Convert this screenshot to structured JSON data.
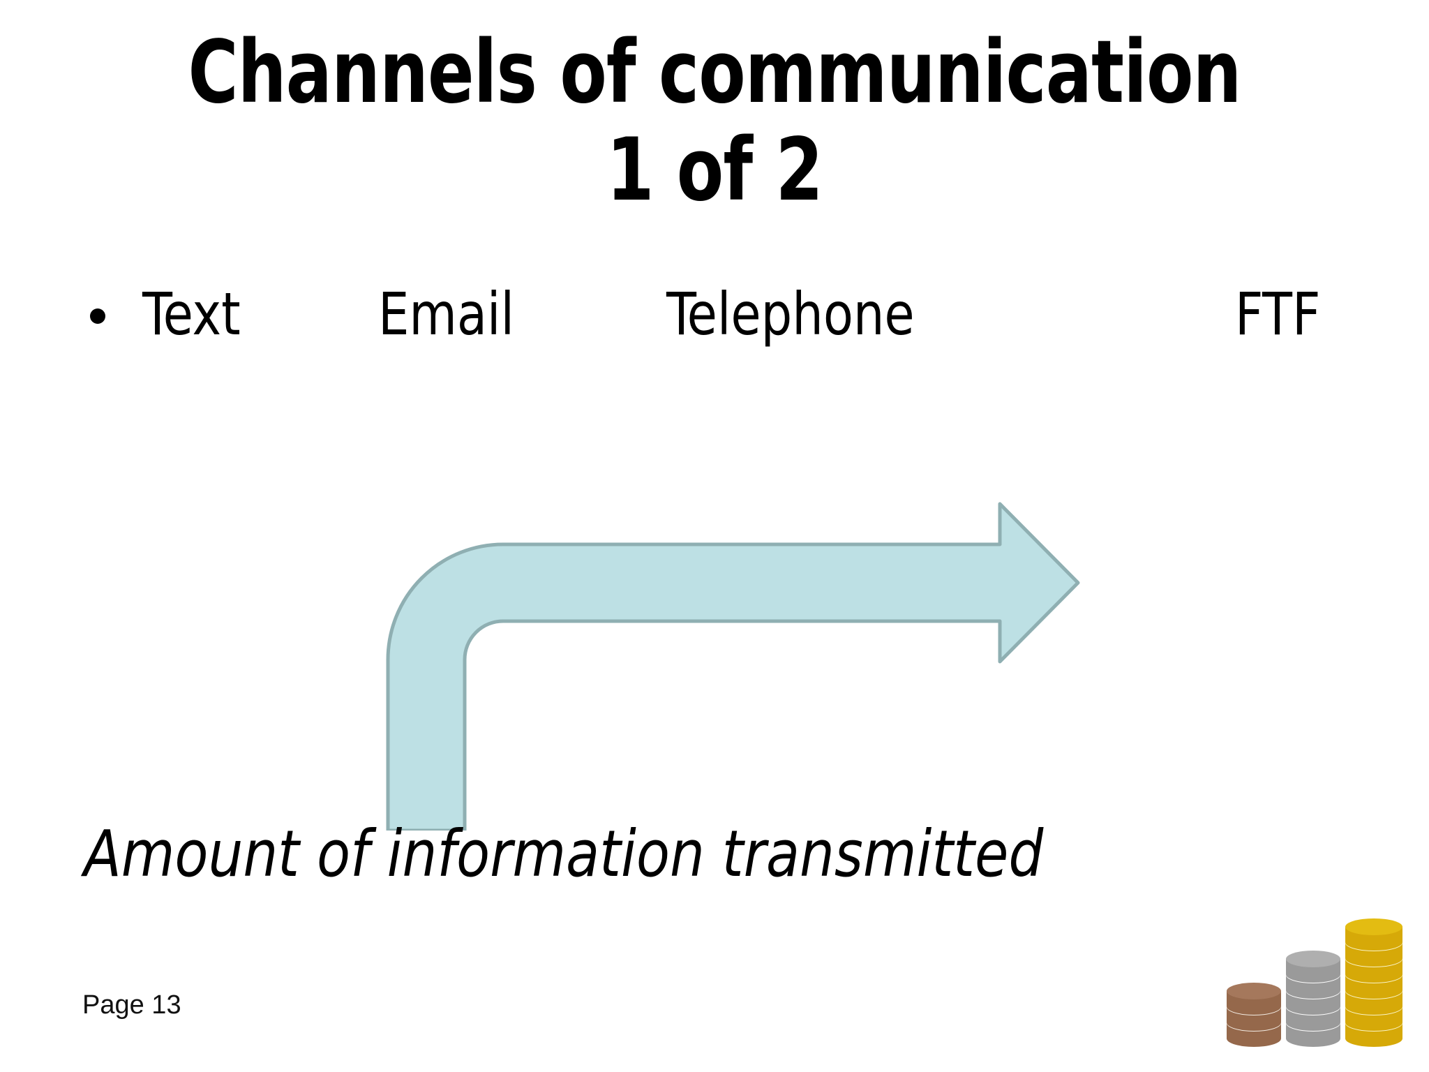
{
  "slide": {
    "background_color": "#ffffff",
    "title": {
      "line1": "Channels of communication",
      "line2": "1 of 2"
    },
    "bullet": {
      "marker": "bullet-dot",
      "channels": [
        {
          "label": "Text"
        },
        {
          "label": "Email"
        },
        {
          "label": "Telephone"
        },
        {
          "label": "FTF"
        }
      ]
    },
    "arrow": {
      "name": "bent-arrow-up-right",
      "direction": "right",
      "fill_color": "#BDE0E4",
      "stroke_color": "#8FAFB2",
      "stroke_width": 5
    },
    "caption": "Amount of information transmitted",
    "page_number": "Page 13",
    "coins": {
      "name": "coin-stacks-graphic",
      "stacks": [
        {
          "metal": "bronze",
          "coins": 3,
          "color": "#95684B",
          "top_color": "#A5785C",
          "rim_color": "#F4EDE4"
        },
        {
          "metal": "silver",
          "coins": 5,
          "color": "#9A9A9A",
          "top_color": "#AFAFAF",
          "rim_color": "#FFFFFF"
        },
        {
          "metal": "gold",
          "coins": 7,
          "color": "#D6A908",
          "top_color": "#E3BC12",
          "rim_color": "#FAF4C8"
        }
      ]
    }
  }
}
